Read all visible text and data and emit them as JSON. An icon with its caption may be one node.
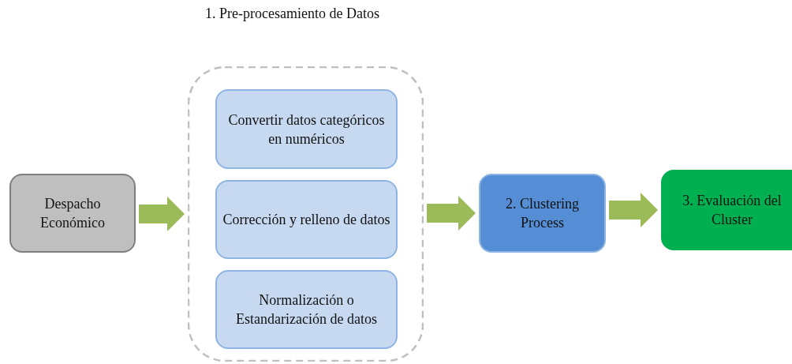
{
  "diagram": {
    "nodes": [
      {
        "text": [
          "Despacho Económico"
        ]
      },
      {
        "text": [
          "1. Pre-procesamiento de Datos"
        ]
      },
      {
        "text": [
          "Convertir datos categóricos en numéricos"
        ],
        "in": 1
      },
      {
        "text": [
          "Corrección y relleno de datos"
        ],
        "in": 1
      },
      {
        "text": [
          "Normalización o Estandarización de datos"
        ],
        "in": 1
      },
      {
        "text": [
          "2. Clustering Process"
        ]
      },
      {
        "text": [
          "3. Evaluación del Cluster"
        ]
      }
    ],
    "edges": [
      {
        "from": 0,
        "to": 1,
        "arrow": "to",
        "style": "thick"
      },
      {
        "from": 1,
        "to": 5,
        "arrow": "to",
        "style": "thick"
      },
      {
        "from": 5,
        "to": 6,
        "arrow": "to",
        "style": "thick"
      }
    ]
  }
}
